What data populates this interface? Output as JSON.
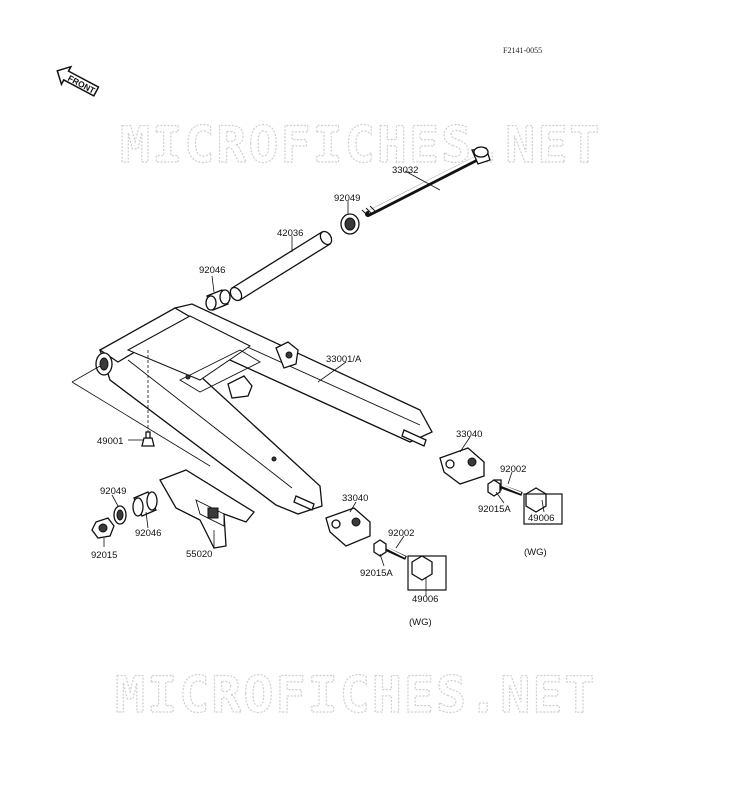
{
  "diagram": {
    "ref_code": "F2141-0055",
    "front_label": "FRONT",
    "watermark": "MICROFICHES.NET",
    "parts": {
      "axle": "33032",
      "seal_top": "92049",
      "sleeve": "42036",
      "bush_top": "92046",
      "swingarm": "33001/A",
      "grease_nipple": "49001",
      "adjuster_right": "33040",
      "bolt_right": "92002",
      "nut_right": "92015A",
      "cap_nut_right": "49006",
      "wg_right": "(WG)",
      "seal_left": "92049",
      "nut_left": "92015",
      "bush_left": "92046",
      "guide": "55020",
      "adjuster_left": "33040",
      "bolt_left": "92002",
      "nut_left2": "92015A",
      "cap_nut_left": "49006",
      "wg_left": "(WG)"
    }
  }
}
